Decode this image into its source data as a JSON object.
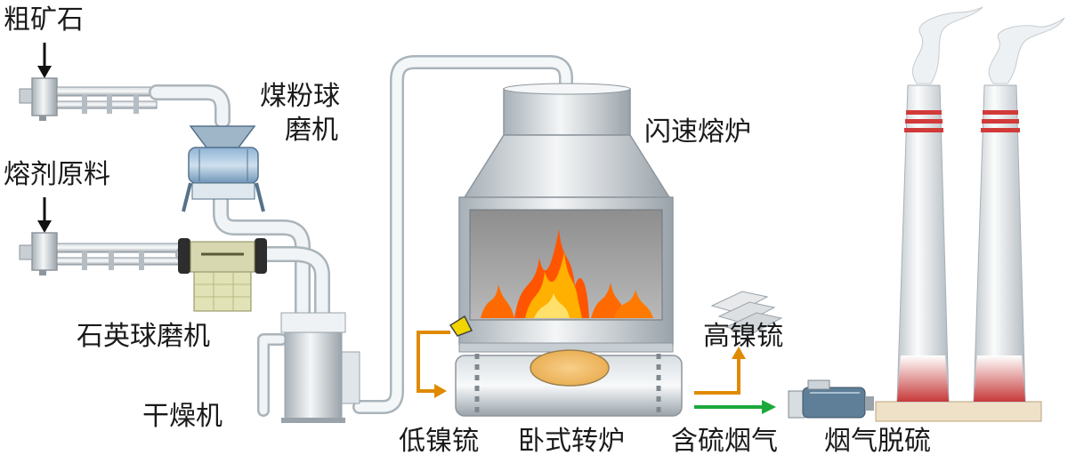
{
  "labels": {
    "raw_ore": "粗矿石",
    "flux_material": "熔剂原料",
    "coal_ball_mill_line1": "煤粉球",
    "coal_ball_mill_line2": "磨机",
    "quartz_ball_mill": "石英球磨机",
    "dryer": "干燥机",
    "flash_smelting_furnace": "闪速熔炉",
    "high_nickel_sulfide": "高镍锍",
    "low_nickel_sulfide": "低镍锍",
    "horizontal_converter": "卧式转炉",
    "sulfur_flue_gas": "含硫烟气",
    "flue_gas_desulfurization": "烟气脱硫"
  },
  "colors": {
    "pipe": "#e9eef1",
    "pipe_outline": "#aab4bb",
    "flow_orange": "#e08a00",
    "flow_green": "#1aa83a",
    "chimney_band": "#d23a3a",
    "flame": "#ff8a00"
  }
}
